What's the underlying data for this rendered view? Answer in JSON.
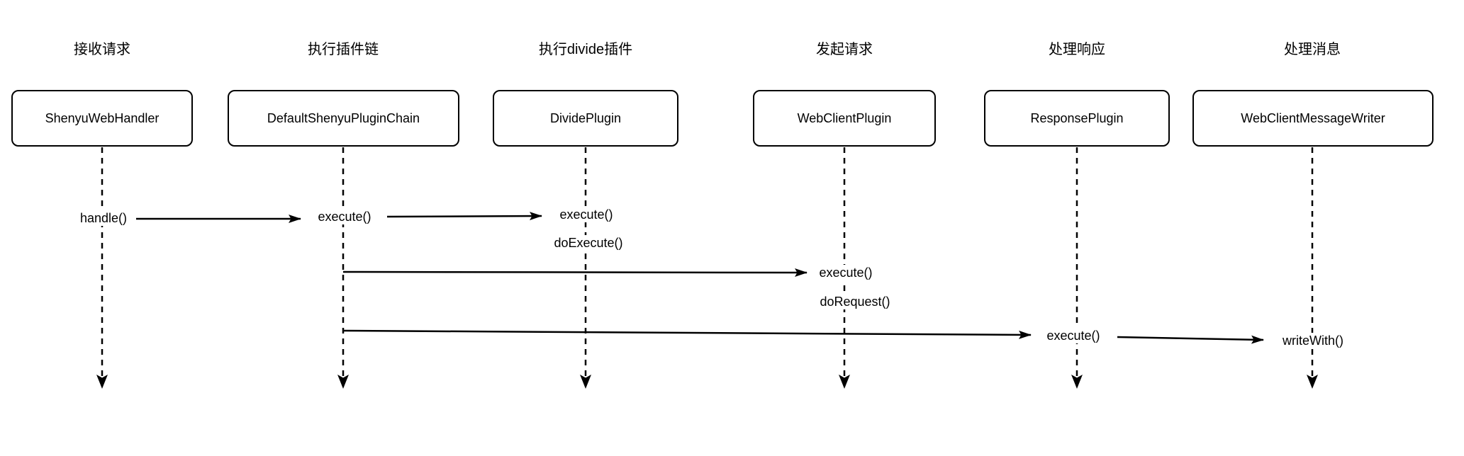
{
  "diagram": {
    "type": "sequence-diagram",
    "background_color": "#ffffff",
    "line_color": "#000000",
    "text_color": "#000000",
    "actors": [
      {
        "title": "接收请求",
        "class_name": "ShenyuWebHandler"
      },
      {
        "title": "执行插件链",
        "class_name": "DefaultShenyuPluginChain"
      },
      {
        "title": "执行divide插件",
        "class_name": "DividePlugin"
      },
      {
        "title": "发起请求",
        "class_name": "WebClientPlugin"
      },
      {
        "title": "处理响应",
        "class_name": "ResponsePlugin"
      },
      {
        "title": "处理消息",
        "class_name": "WebClientMessageWriter"
      }
    ],
    "messages": [
      {
        "label": "handle()",
        "on_lifeline": "ShenyuWebHandler"
      },
      {
        "label": "execute()",
        "on_lifeline": "DefaultShenyuPluginChain"
      },
      {
        "label": "execute()",
        "on_lifeline": "DividePlugin"
      },
      {
        "label": "doExecute()",
        "on_lifeline": "DividePlugin"
      },
      {
        "label": "execute()",
        "on_lifeline": "WebClientPlugin"
      },
      {
        "label": "doRequest()",
        "on_lifeline": "WebClientPlugin"
      },
      {
        "label": "execute()",
        "on_lifeline": "ResponsePlugin"
      },
      {
        "label": "writeWith()",
        "on_lifeline": "WebClientMessageWriter"
      }
    ]
  }
}
